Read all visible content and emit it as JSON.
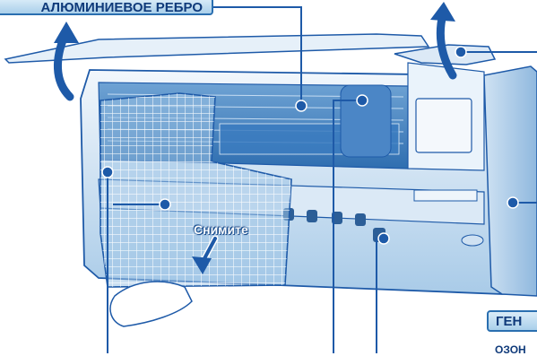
{
  "labels": {
    "aluminium_fin": "АЛЮМИНИЕВОЕ РЕБРО",
    "remove": "Снимите",
    "generator": "ГЕН",
    "generator_line2": "ОЗОН"
  },
  "colors": {
    "accent_blue": "#1e5aa8",
    "unit_light": "#e8f1f9",
    "unit_mid": "#b9d6ee",
    "unit_dark": "#6d9dc9",
    "label_bg": "#bcdcf2"
  },
  "icons": {
    "arrow": "curved-up-arrow",
    "down_arrow": "down-arrow",
    "callout": "callout-dot"
  }
}
